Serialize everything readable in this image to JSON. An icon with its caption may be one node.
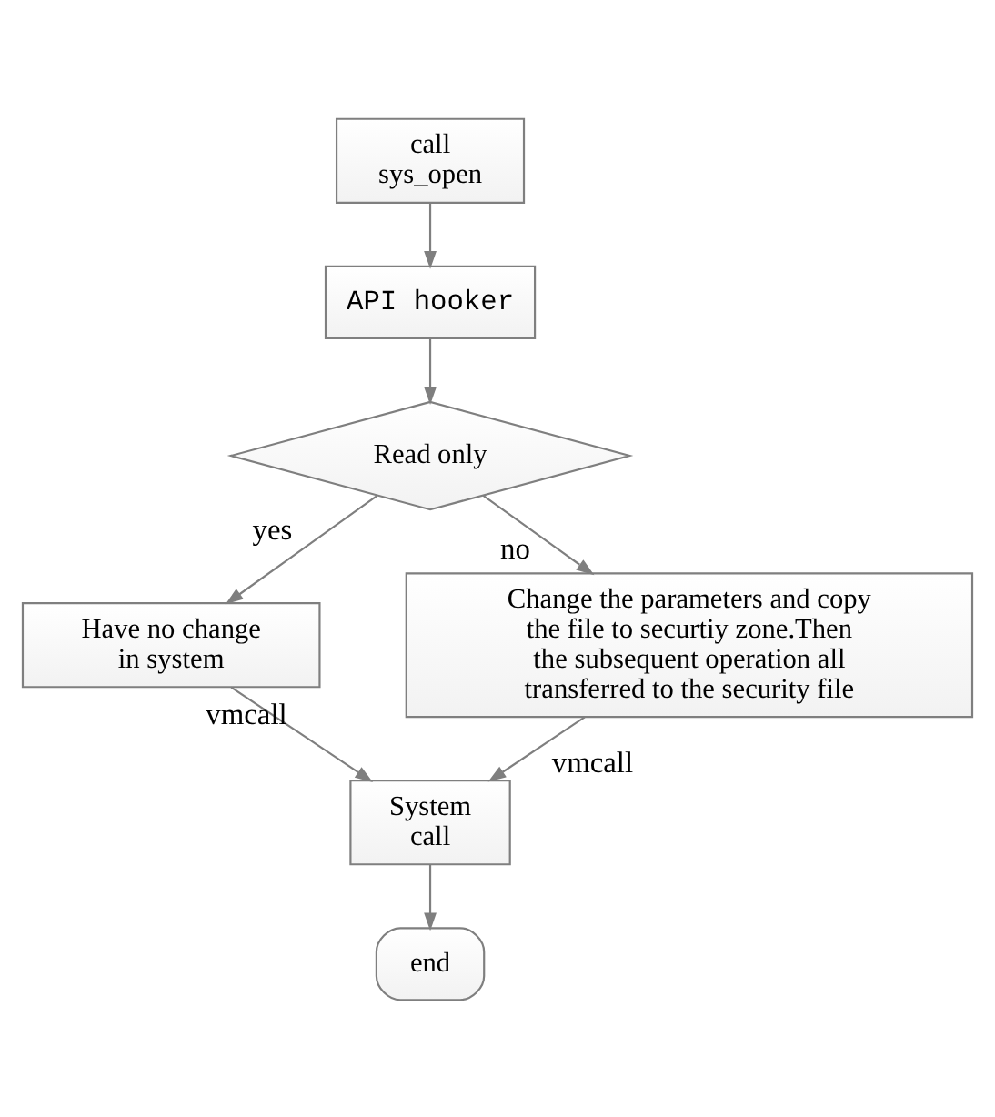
{
  "diagram": {
    "nodes": [
      {
        "text": [
          "call sys_open"
        ]
      },
      {
        "text": [
          "API hooker"
        ]
      },
      {
        "text": [
          "Read only"
        ]
      },
      {
        "text": [
          "Have no change in system"
        ]
      },
      {
        "text": [
          "Change the parameters and copy the file to securtiy zone.Then the subsequent operation all transferred to the security file"
        ]
      },
      {
        "text": [
          "System call"
        ]
      },
      {
        "text": [
          "end"
        ]
      }
    ],
    "edges": [
      {
        "from": 0,
        "to": 1,
        "arrow": "to"
      },
      {
        "from": 1,
        "to": 2,
        "arrow": "to"
      },
      {
        "from": 2,
        "to": 3,
        "arrow": "to",
        "label": "yes"
      },
      {
        "from": 2,
        "to": 4,
        "arrow": "to",
        "label": "no"
      },
      {
        "from": 3,
        "to": 5,
        "arrow": "to",
        "label": "vmcall"
      },
      {
        "from": 4,
        "to": 5,
        "arrow": "to",
        "label": "vmcall"
      },
      {
        "from": 5,
        "to": 6,
        "arrow": "to"
      }
    ]
  }
}
